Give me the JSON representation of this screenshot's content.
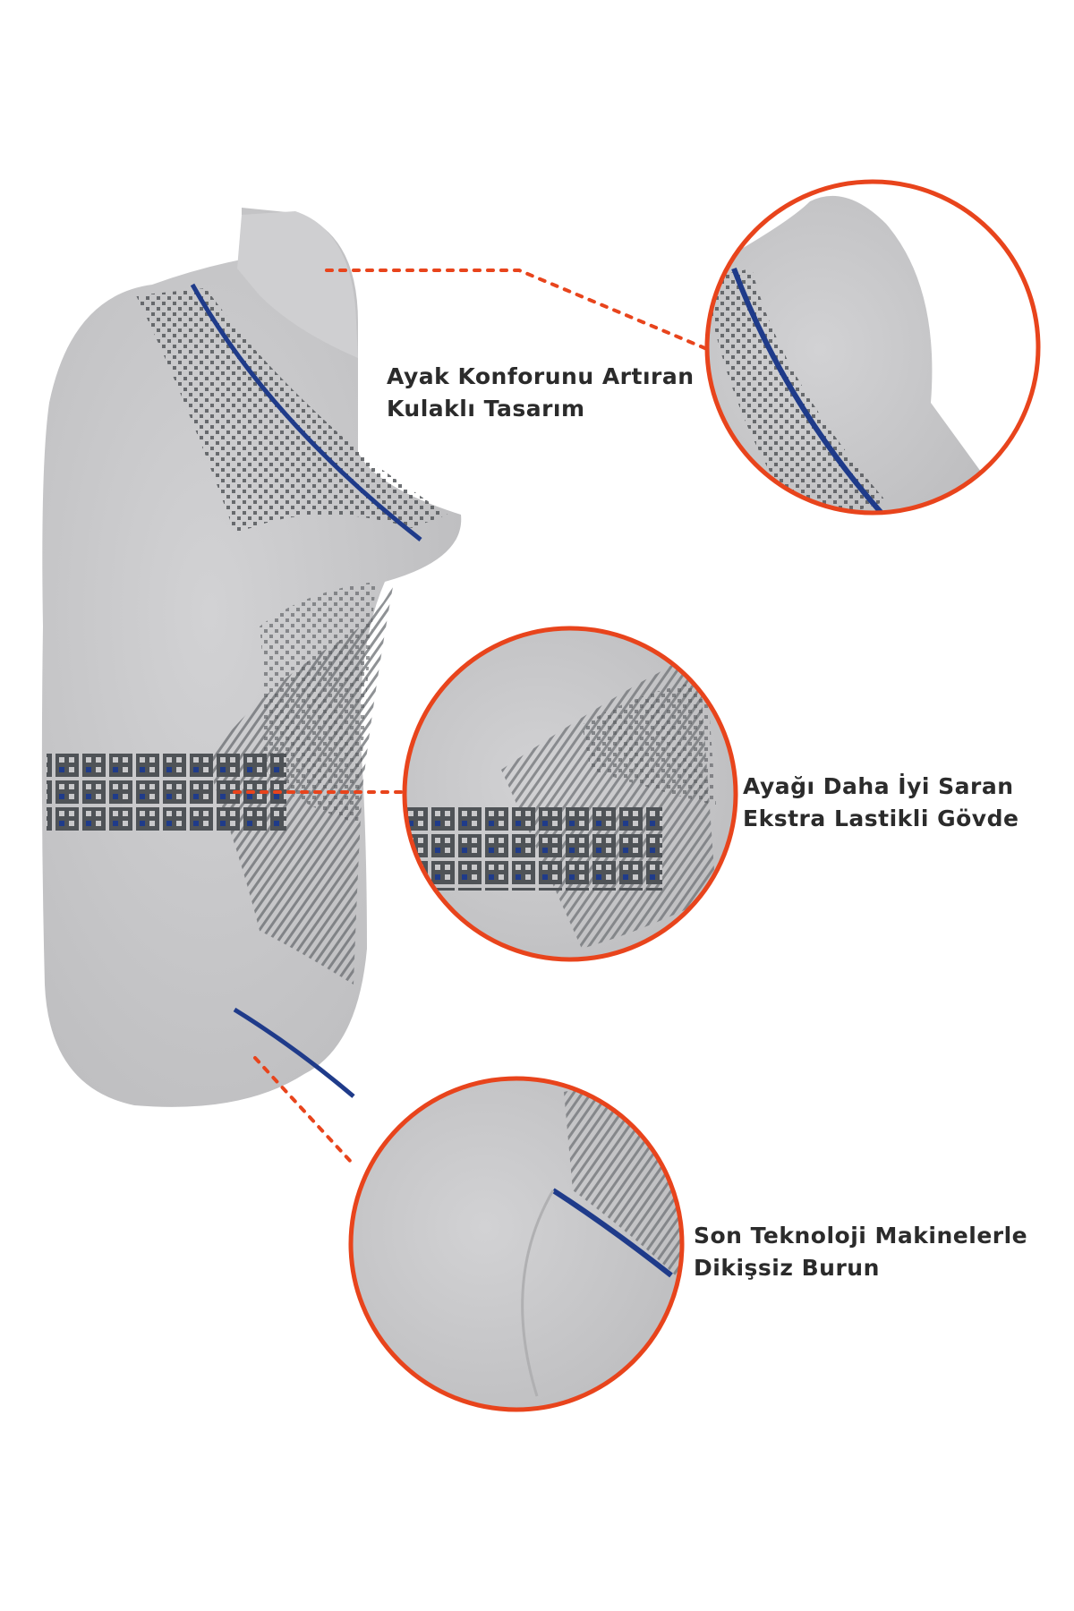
{
  "callouts": [
    {
      "line1": "Ayak Konforunu Artıran",
      "line2": "Kulaklı Tasarım"
    },
    {
      "line1": "Ayağı Daha İyi Saran",
      "line2": "Ekstra Lastikli Gövde"
    },
    {
      "line1": "Son Teknoloji Makinelerle",
      "line2": "Dikişsiz Burun"
    }
  ],
  "colors": {
    "accent": "#e8441c",
    "sock": "#c9c9cb",
    "pattern": "#55585c",
    "stripe": "#1f3b8a",
    "text": "#2b2b2b"
  }
}
